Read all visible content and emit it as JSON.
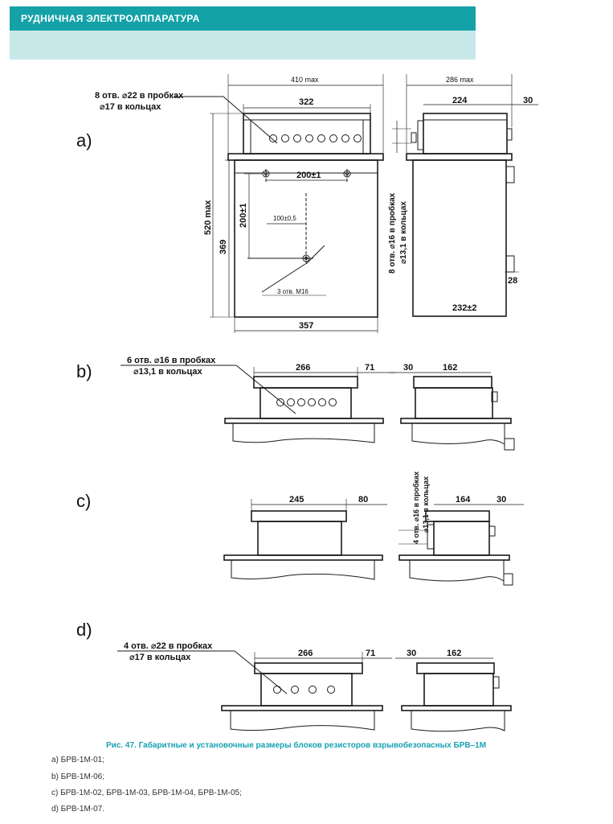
{
  "header": {
    "title": "РУДНИЧНАЯ ЭЛЕКТРОАППАРАТУРА"
  },
  "colors": {
    "accent": "#14a2a8",
    "band": "#c9e8ea",
    "caption": "#17a1b2"
  },
  "variants": {
    "a": {
      "label": "a)",
      "holes_line1": "8 отв. ⌀22 в пробках",
      "holes_line2": "⌀17 в кольцах",
      "overall_width": "410 max",
      "top_width": "322",
      "center_h": "200±1",
      "center_v": "200±1",
      "offset": "100±0,5",
      "height_total": "520 max",
      "height_body": "369",
      "bottom_width": "357",
      "thread_holes": "3 отв. M16",
      "side_overall": "286 max",
      "side_top": "224",
      "side_proj": "30",
      "side_holes_line1": "8 отв. ⌀16 в пробках",
      "side_holes_line2": "⌀13,1 в кольцах",
      "side_small": "28",
      "side_bottom": "232±2"
    },
    "b": {
      "label": "b)",
      "holes_line1": "6 отв. ⌀16 в пробках",
      "holes_line2": "⌀13,1 в кольцах",
      "top_width": "266",
      "proj": "71",
      "side_proj": "30",
      "side_top": "162"
    },
    "c": {
      "label": "c)",
      "top_width": "245",
      "proj": "80",
      "side_holes_line1": "4 отв. ⌀16 в пробках",
      "side_holes_line2": "⌀13,1 в кольцах",
      "side_top": "164",
      "side_proj": "30"
    },
    "d": {
      "label": "d)",
      "holes_line1": "4 отв. ⌀22 в пробках",
      "holes_line2": "⌀17 в кольцах",
      "top_width": "266",
      "proj": "71",
      "side_proj": "30",
      "side_top": "162"
    }
  },
  "caption": "Рис. 47. Габаритные и установочные размеры блоков резисторов взрывобезопасных БРВ–1М",
  "legend": [
    "a) БРВ-1М-01;",
    "b) БРВ-1М-06;",
    "c) БРВ-1М-02, БРВ-1М-03, БРВ-1М-04, БРВ-1М-05;",
    "d) БРВ-1М-07."
  ]
}
